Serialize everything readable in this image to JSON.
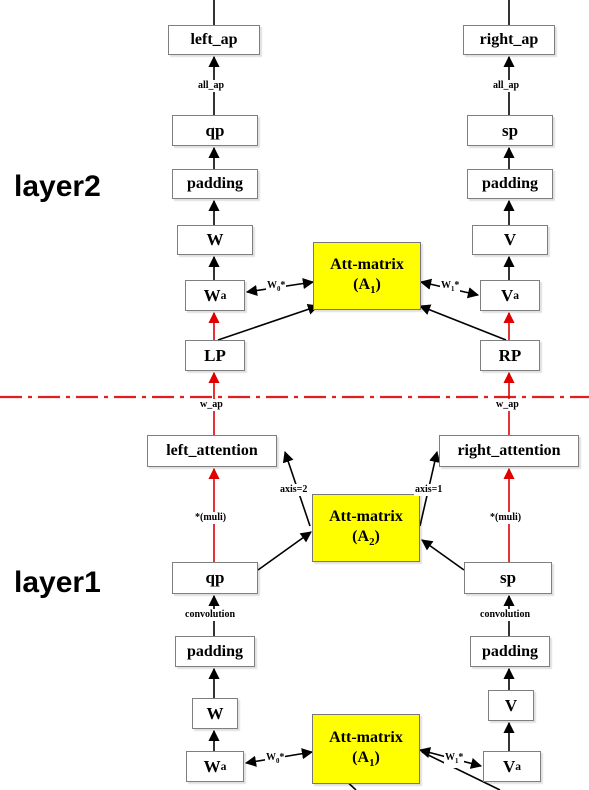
{
  "layers": {
    "layer2": "layer2",
    "layer1": "layer1"
  },
  "nodes": {
    "left_ap": "left_ap",
    "right_ap": "right_ap",
    "qp_top": "qp",
    "sp_top": "sp",
    "padding_l2_left": "padding",
    "padding_l2_right": "padding",
    "w_l2": "W",
    "v_l2": "V",
    "wa_l2": {
      "base": "W",
      "sub": "a"
    },
    "va_l2": {
      "base": "V",
      "sub": "a"
    },
    "att_l2": {
      "title": "Att-matrix",
      "formula_base": "A",
      "formula_sub": "1"
    },
    "lp": "LP",
    "rp": "RP",
    "left_attention": "left_attention",
    "right_attention": "right_attention",
    "att_l1": {
      "title": "Att-matrix",
      "formula_base": "A",
      "formula_sub": "2"
    },
    "qp_l1": "qp",
    "sp_l1": "sp",
    "padding_l1_left": "padding",
    "padding_l1_right": "padding",
    "w_l1": "W",
    "v_l1": "V",
    "wa_l1": {
      "base": "W",
      "sub": "a"
    },
    "va_l1": {
      "base": "V",
      "sub": "a"
    },
    "att_l0": {
      "title": "Att-matrix",
      "formula_base": "A",
      "formula_sub": "1"
    }
  },
  "edge_labels": {
    "all_ap_left": "all_ap",
    "all_ap_right": "all_ap",
    "w0_l2": {
      "base": "W",
      "sub": "0",
      "sup": "*"
    },
    "w1_l2": {
      "base": "W",
      "sub": "1",
      "sup": "*"
    },
    "w_ap_left": "w_ap",
    "w_ap_right": "w_ap",
    "axis2": "axis=2",
    "axis1": "axis=1",
    "muli_left": "*(muli)",
    "muli_right": "*(muli)",
    "conv_left": "convolution",
    "conv_right": "convolution",
    "w0_l1": {
      "base": "W",
      "sub": "0",
      "sup": "*"
    },
    "w1_l1": {
      "base": "W",
      "sub": "1",
      "sup": "*"
    }
  },
  "colors": {
    "arrow_black": "#000000",
    "arrow_red": "#e00000",
    "divider": "#e02020",
    "att_fill": "#ffff00"
  }
}
